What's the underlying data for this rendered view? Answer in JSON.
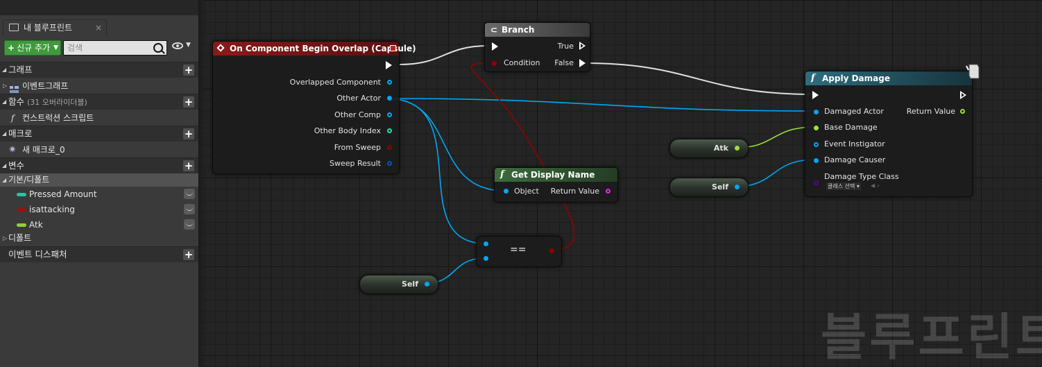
{
  "panel": {
    "tab_title": "내 블루프린트",
    "tab_close": "×",
    "add_button_label": "신규 추가",
    "search_placeholder": "검색",
    "graph_header": "그래프",
    "event_graph": "이벤트그래프",
    "functions_header": "함수",
    "functions_override_count": "(31 오버라이더블)",
    "construction_script": "컨스트럭션 스크립트",
    "macros_header": "매크로",
    "macro_item": "새 매크로_0",
    "variables_header": "변수",
    "default_category": "기본/디폴트",
    "variables": [
      {
        "name": "Pressed Amount",
        "color": "#1fc7a2"
      },
      {
        "name": "isattacking",
        "color": "#9a1111"
      },
      {
        "name": "Atk",
        "color": "#8ed13a"
      }
    ],
    "defaults_header": "디폴트",
    "event_dispatchers_header": "이벤트 디스패처"
  },
  "graph": {
    "overlap_event": {
      "title": "On Component Begin Overlap (Capsule)",
      "pins": [
        "Overlapped Component",
        "Other Actor",
        "Other Comp",
        "Other Body Index",
        "From Sweep",
        "Sweep Result"
      ]
    },
    "branch": {
      "title": "Branch",
      "condition": "Condition",
      "true_label": "True",
      "false_label": "False"
    },
    "get_display_name": {
      "title": "Get Display Name",
      "object": "Object",
      "return_value": "Return Value"
    },
    "equals": {
      "symbol": "=="
    },
    "apply_damage": {
      "title": "Apply Damage",
      "inputs": [
        "Damaged Actor",
        "Base Damage",
        "Event Instigator",
        "Damage Causer",
        "Damage Type Class"
      ],
      "return_value": "Return Value",
      "class_select": "클래스 선택"
    },
    "vars": {
      "atk": "Atk",
      "self1": "Self",
      "self2": "Self"
    },
    "watermark": "블루프린트"
  },
  "colors": {
    "object_pin": "#00a8f4",
    "bool_pin": "#950000",
    "float_pin": "#9ee03a",
    "int_pin": "#1fe0a8",
    "struct_pin": "#0055c8",
    "string_pin": "#f020f0",
    "class_pin": "#5a00a0",
    "event_header": "#8b1a1a",
    "function_header": "#2d6d7e",
    "pure_header": "#3d6b3d",
    "branch_header": "#555555"
  }
}
